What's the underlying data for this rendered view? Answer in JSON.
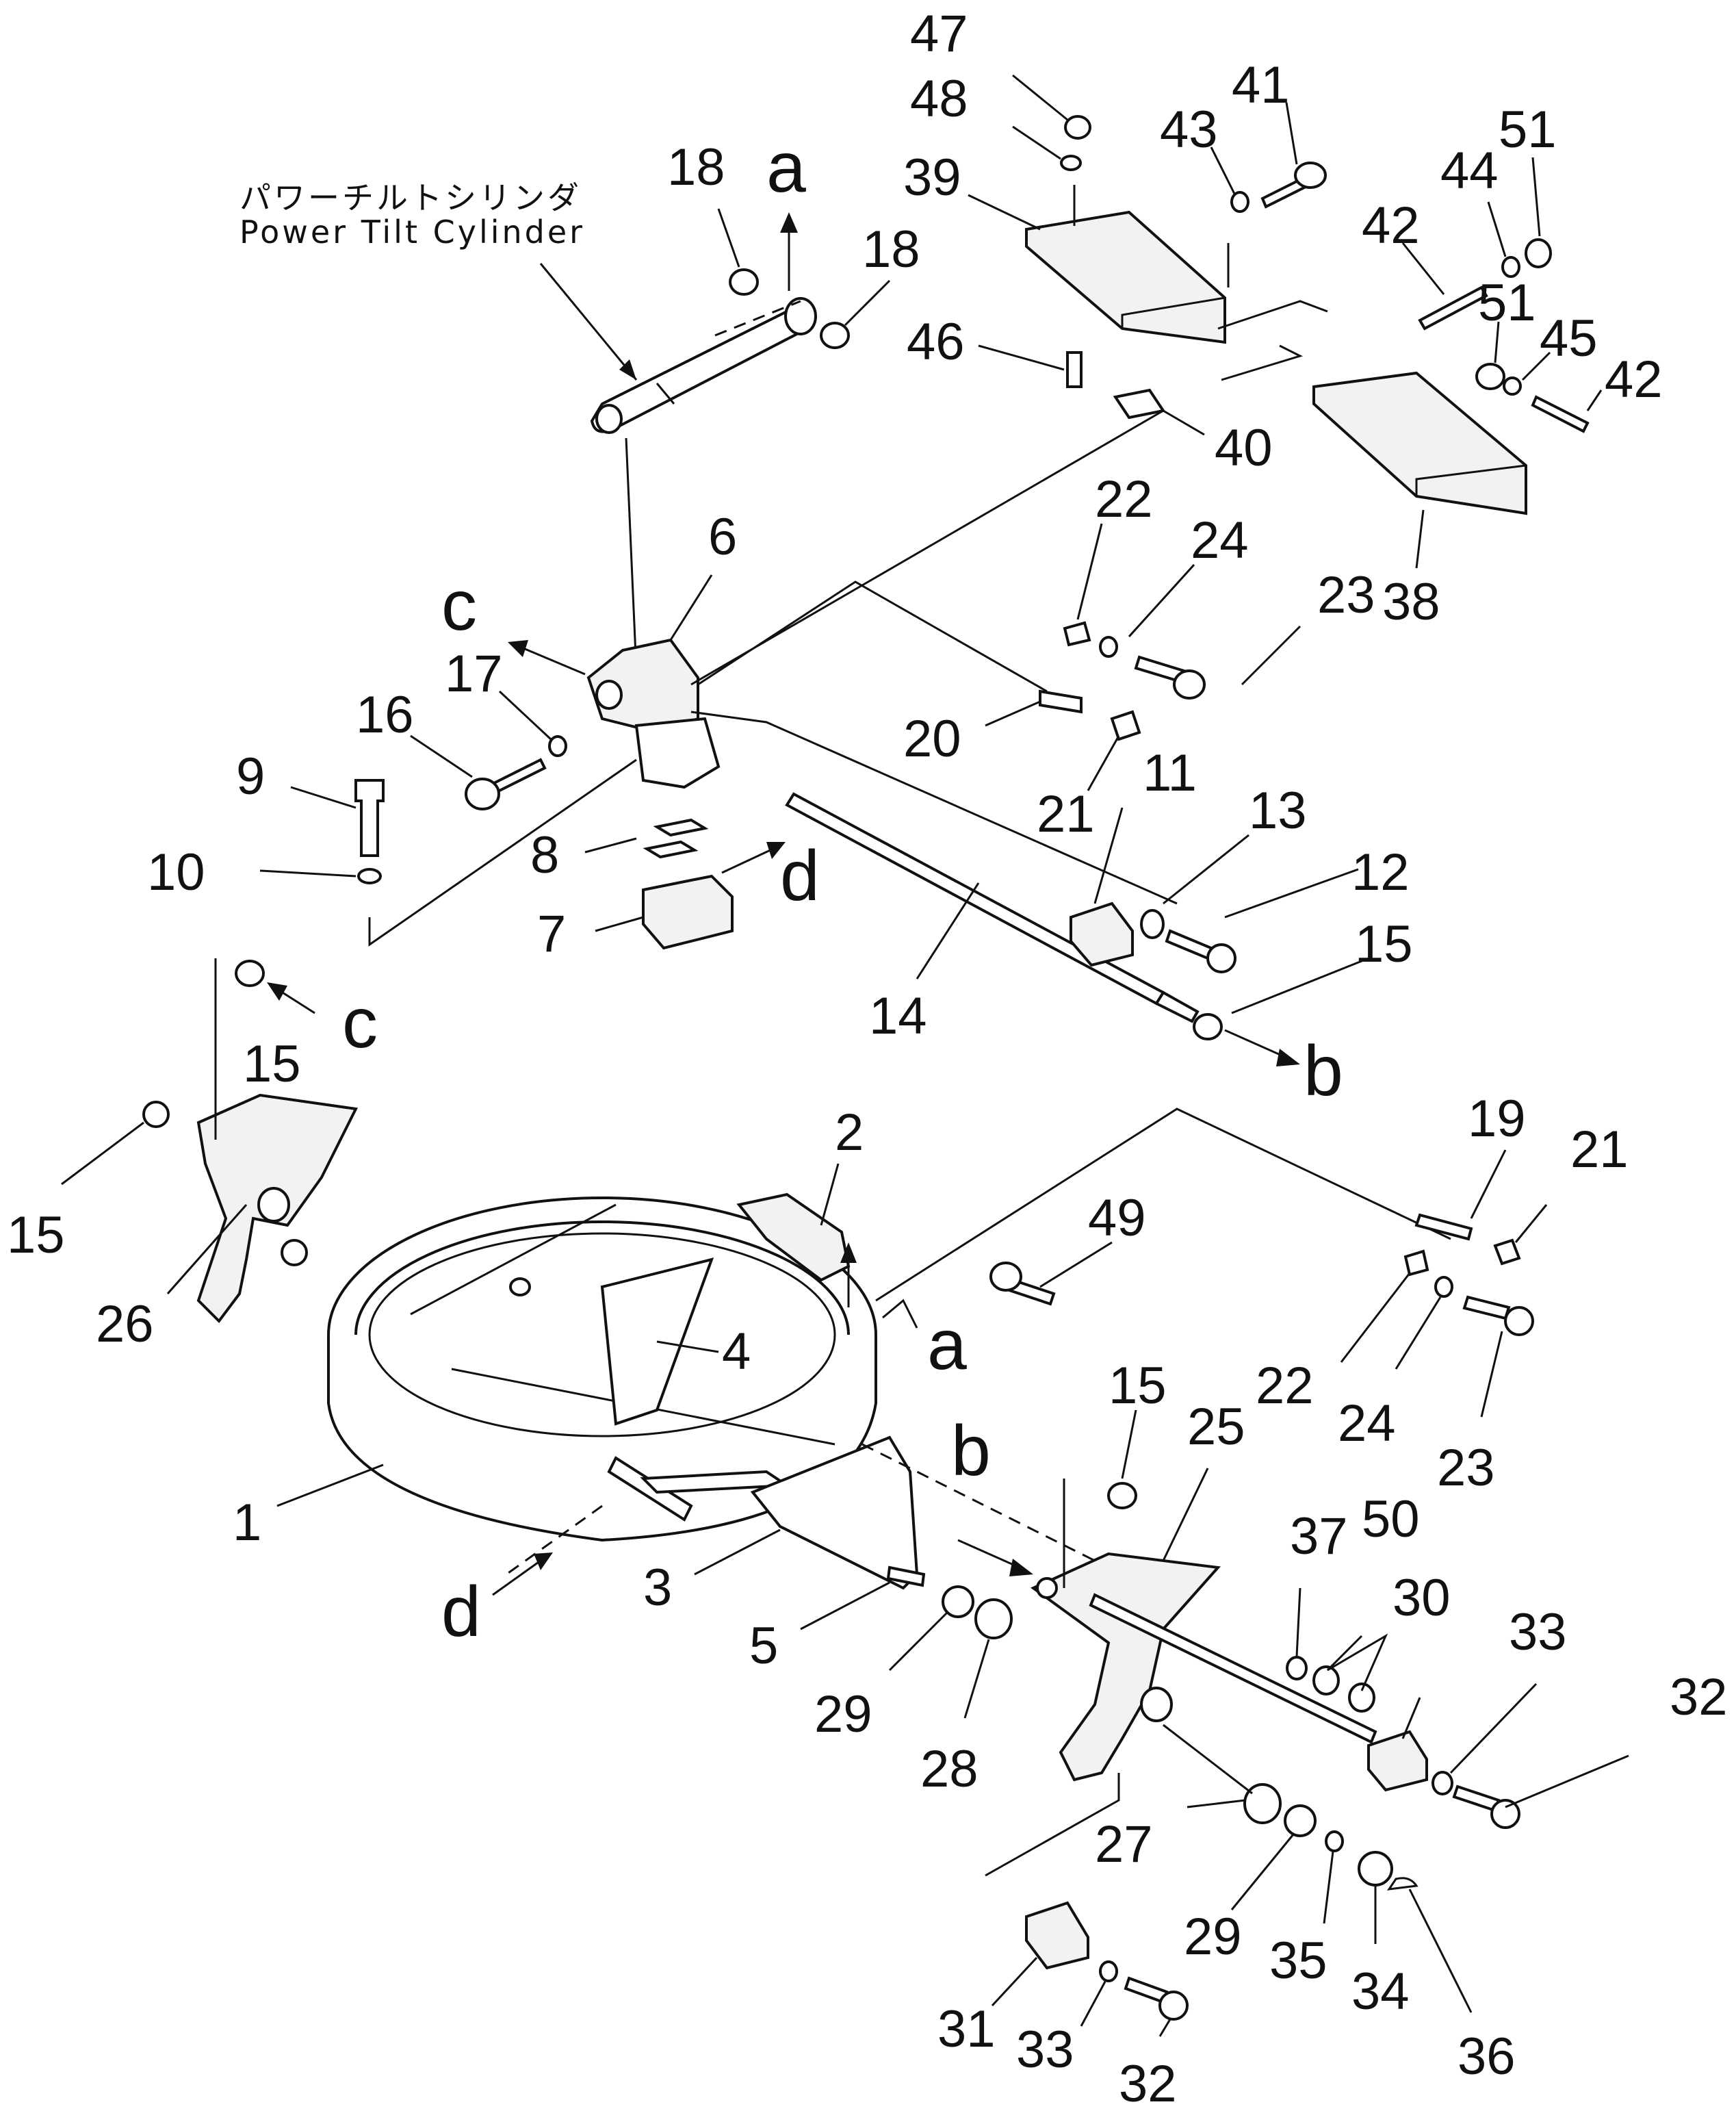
{
  "caption": {
    "japanese": "パワーチルトシリンダ",
    "english": "Power Tilt Cylinder"
  },
  "callouts": [
    "1",
    "2",
    "3",
    "4",
    "5",
    "6",
    "7",
    "8",
    "9",
    "10",
    "11",
    "12",
    "13",
    "14",
    "15",
    "15",
    "15",
    "15",
    "16",
    "17",
    "18",
    "18",
    "19",
    "20",
    "21",
    "21",
    "22",
    "22",
    "23",
    "23",
    "24",
    "24",
    "25",
    "26",
    "27",
    "28",
    "29",
    "29",
    "30",
    "31",
    "32",
    "32",
    "33",
    "33",
    "34",
    "35",
    "36",
    "37",
    "38",
    "39",
    "40",
    "41",
    "42",
    "42",
    "43",
    "44",
    "45",
    "46",
    "47",
    "48",
    "49",
    "50",
    "51",
    "51"
  ],
  "ref_letters": [
    "a",
    "a",
    "b",
    "b",
    "c",
    "c",
    "d",
    "d"
  ]
}
